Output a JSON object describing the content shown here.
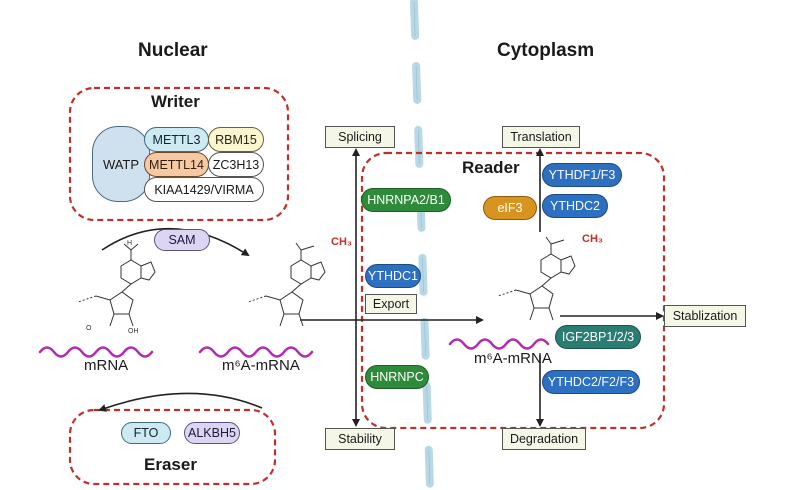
{
  "headings": {
    "nuclear": "Nuclear",
    "cytoplasm": "Cytoplasm"
  },
  "sections": {
    "writer": "Writer",
    "eraser": "Eraser",
    "reader": "Reader"
  },
  "writer_complex": {
    "watp": "WATP",
    "proteins": [
      "METTL3",
      "RBM15",
      "METTL14",
      "ZC3H13",
      "KIAA1429/VIRMA"
    ]
  },
  "eraser_proteins": [
    "FTO",
    "ALKBH5"
  ],
  "cofactor": "SAM",
  "molecules": {
    "mrna": "mRNA",
    "m6a_mrna": "m⁶A-mRNA",
    "methyl_group": "CH₃"
  },
  "outcomes": {
    "splicing": "Splicing",
    "stability": "Stability",
    "export": "Export",
    "translation": "Translation",
    "stabilization": "Stablization",
    "degradation": "Degradation"
  },
  "readers": {
    "hnrnpa2b1": "HNRNPA2/B1",
    "ythdc1": "YTHDC1",
    "hnrnpc": "HNRNPC",
    "eif3": "eIF3",
    "ythdf1_f3": "YTHDF1/F3",
    "ythdc2_top": "YTHDC2",
    "igf2bp": "IGF2BP1/2/3",
    "ythdc2_f2_f3": "YTHDC2/F2/F3"
  },
  "colors": {
    "dashed_border": "#c0302a",
    "membrane": "#b8d8e6",
    "wave": "#b02fb0",
    "reader_green": "#2e8b3a",
    "reader_blue": "#2d6fc0",
    "reader_gold": "#d9941f",
    "reader_teal": "#2a7d73"
  }
}
